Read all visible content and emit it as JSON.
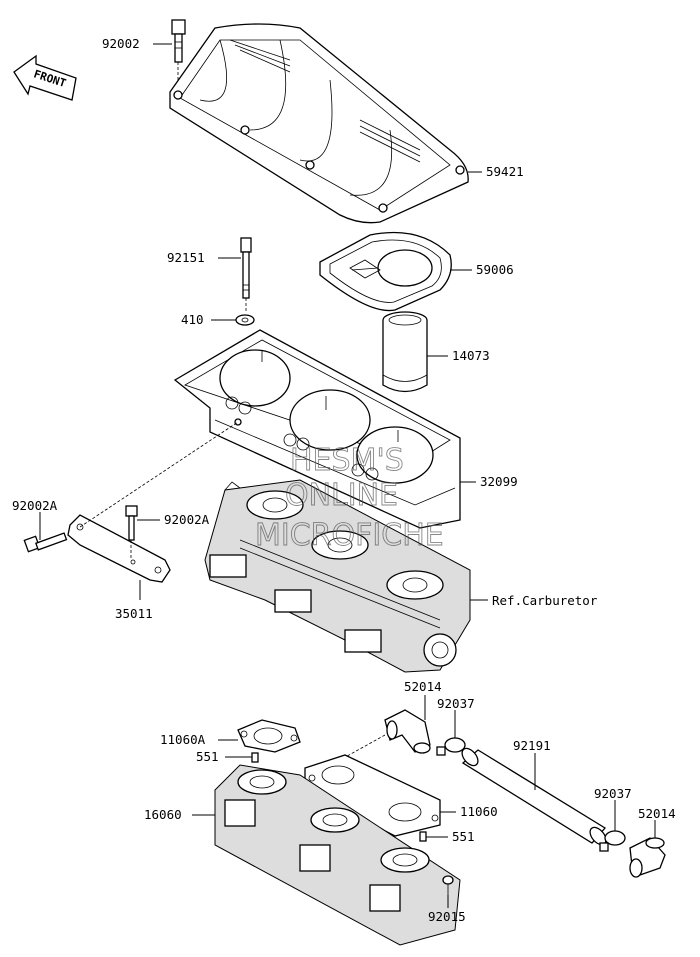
{
  "callouts": {
    "bolt_top": "92002",
    "cover": "59421",
    "stud": "92151",
    "gasket_filter": "59006",
    "washer": "410",
    "filter": "14073",
    "case": "32099",
    "bolt_left": "92002A",
    "bolt_bracket": "92002A",
    "bracket": "35011",
    "carburetor_ref": "Ref.Carburetor",
    "elbow_top": "52014",
    "clamp_top": "92037",
    "hose": "92191",
    "gasket_small": "11060A",
    "pin_left": "551",
    "clamp_bottom": "92037",
    "elbow_bottom": "52014",
    "manifold": "16060",
    "gasket_large": "11060",
    "pin_right": "551",
    "screw": "92015"
  },
  "front_arrow": "FRONT",
  "watermark": {
    "line1": "HESM'S",
    "line2": "ONLINE",
    "line3": "MICROFICHE"
  }
}
